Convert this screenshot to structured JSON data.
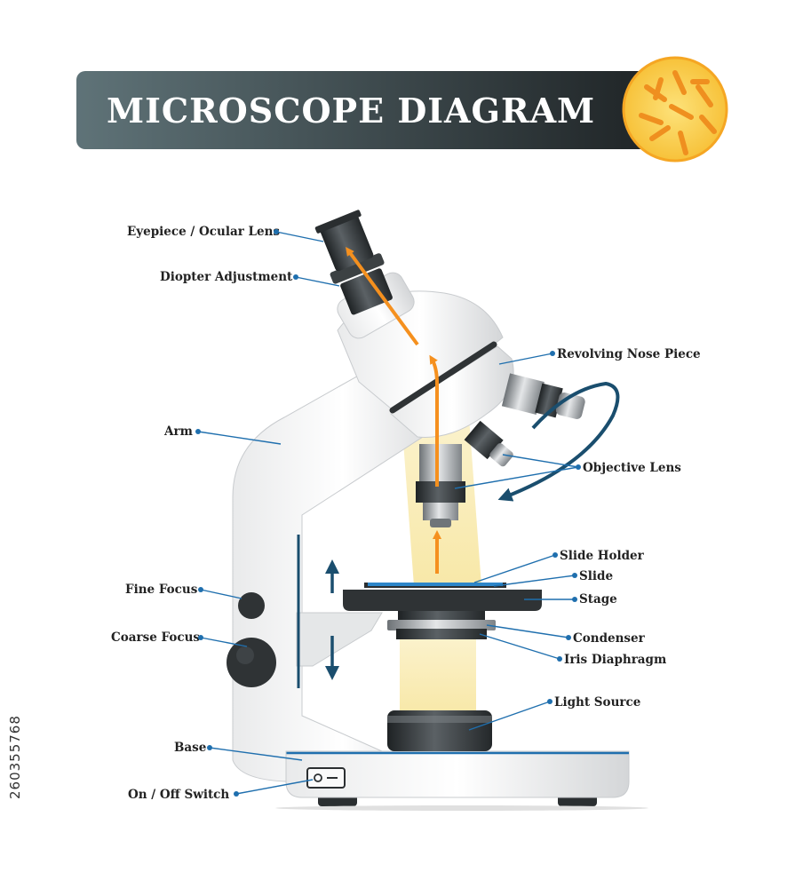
{
  "title": "MICROSCOPE DIAGRAM",
  "stock_id": "260355768",
  "colors": {
    "banner_dark": "#1f2426",
    "banner_light": "#5f7378",
    "accent_orange": "#f5901e",
    "leader_blue": "#1f6fae",
    "arrow_navy": "#1a4e6e",
    "light_beam": "#fbf0c4"
  },
  "labels": {
    "eyepiece": "Eyepiece / Ocular Lens",
    "diopter": "Diopter Adjustment",
    "nose_piece": "Revolving Nose Piece",
    "arm": "Arm",
    "objective": "Objective Lens",
    "slide_holder": "Slide Holder",
    "slide": "Slide",
    "stage": "Stage",
    "fine_focus": "Fine Focus",
    "coarse_focus": "Coarse Focus",
    "condenser": "Condenser",
    "iris": "Iris Diaphragm",
    "light_source": "Light Source",
    "base": "Base",
    "switch": "On / Off Switch"
  }
}
